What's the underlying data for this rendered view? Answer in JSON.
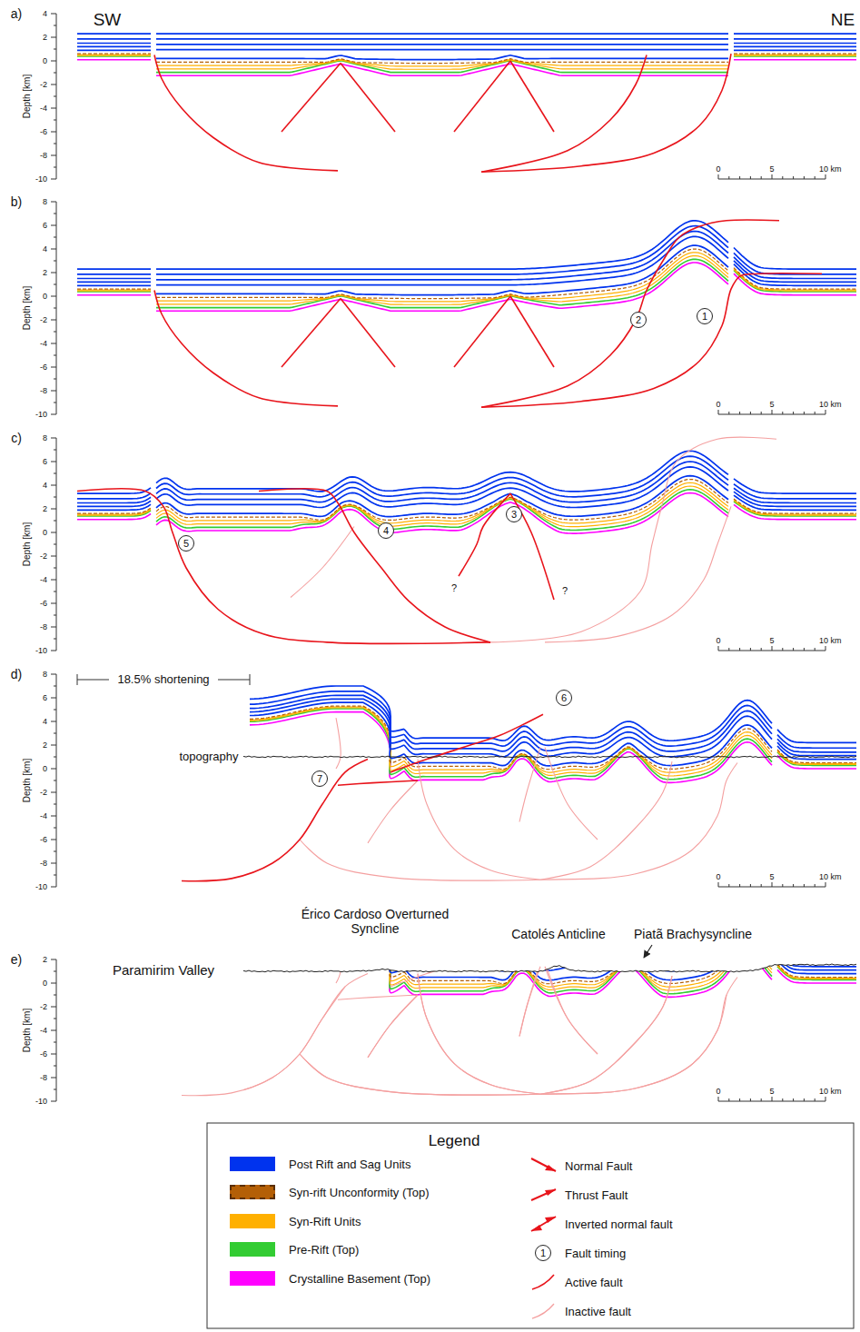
{
  "diagram": {
    "labels": [
      "a)",
      "Depth [km]",
      "4",
      "2",
      "0",
      "-2",
      "-4",
      "-6",
      "-8",
      "-10",
      "0",
      "5",
      "10 km",
      "SW",
      "NE",
      "b)",
      "Depth [km]",
      "8",
      "6",
      "4",
      "2",
      "0",
      "-2",
      "-4",
      "-6",
      "-8",
      "-10",
      "0",
      "5",
      "10 km",
      "2",
      "1",
      "c)",
      "Depth [km]",
      "8",
      "6",
      "4",
      "2",
      "0",
      "-2",
      "-4",
      "-6",
      "-8",
      "-10",
      "0",
      "5",
      "10 km",
      "5",
      "4",
      "3",
      "?",
      "?",
      "d)",
      "Depth [km]",
      "8",
      "6",
      "4",
      "2",
      "0",
      "-2",
      "-4",
      "-6",
      "-8",
      "-10",
      "0",
      "5",
      "10 km",
      "18.5% shortening",
      "6",
      "topography",
      "7",
      "e)",
      "Depth [km]",
      "2",
      "0",
      "-2",
      "-4",
      "-6",
      "-8",
      "-10",
      "0",
      "5",
      "10 km",
      "Érico Cardoso Overturned Syncline",
      "Catolés Anticline",
      "Piatã Brachysyncline",
      "Paramirim Valley",
      "Legend",
      "1"
    ],
    "legend": [
      {
        "text": "Post Rift and Sag Units",
        "color": "#0033ee"
      },
      {
        "text": "Syn-rift Unconformity (Top)",
        "color": "#b45f06"
      },
      {
        "text": "Syn-Rift Units",
        "color": "#ffb000"
      },
      {
        "text": "Pre-Rift (Top)",
        "color": "#33cc33"
      },
      {
        "text": "Crystalline Basement (Top)",
        "color": "#ff00ff"
      },
      {
        "text": "Normal Fault"
      },
      {
        "text": "Thrust Fault"
      },
      {
        "text": "Inverted normal fault"
      },
      {
        "text": "Fault timing"
      },
      {
        "text": "Active fault"
      },
      {
        "text": "Inactive fault"
      }
    ]
  }
}
